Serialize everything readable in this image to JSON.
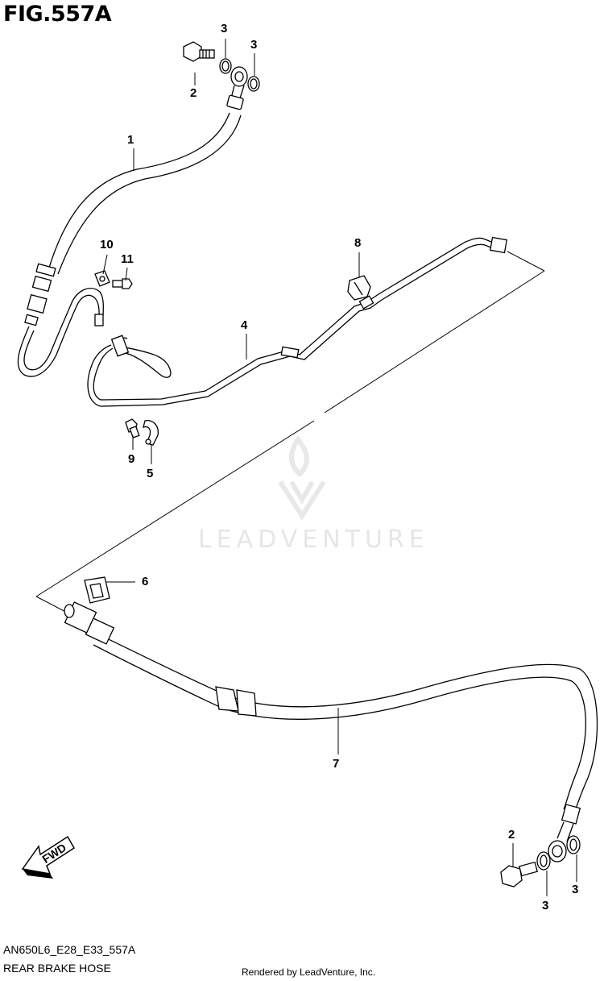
{
  "figure": {
    "title": "FIG.557A",
    "code": "AN650L6_E28_E33_557A",
    "name": "REAR BRAKE HOSE",
    "rendered_by": "Rendered by LeadVenture, Inc.",
    "watermark": "LEADVENTURE",
    "direction_label": "FWD"
  },
  "callouts": [
    {
      "id": "c-1",
      "label": "1"
    },
    {
      "id": "c-2a",
      "label": "2"
    },
    {
      "id": "c-3a",
      "label": "3"
    },
    {
      "id": "c-3b",
      "label": "3"
    },
    {
      "id": "c-10",
      "label": "10"
    },
    {
      "id": "c-11",
      "label": "11"
    },
    {
      "id": "c-8",
      "label": "8"
    },
    {
      "id": "c-4",
      "label": "4"
    },
    {
      "id": "c-9",
      "label": "9"
    },
    {
      "id": "c-5",
      "label": "5"
    },
    {
      "id": "c-6",
      "label": "6"
    },
    {
      "id": "c-7",
      "label": "7"
    },
    {
      "id": "c-2b",
      "label": "2"
    },
    {
      "id": "c-3c",
      "label": "3"
    },
    {
      "id": "c-3d",
      "label": "3"
    }
  ],
  "colors": {
    "line": "#000000",
    "background": "#ffffff",
    "watermark": "#e6e6e6"
  }
}
